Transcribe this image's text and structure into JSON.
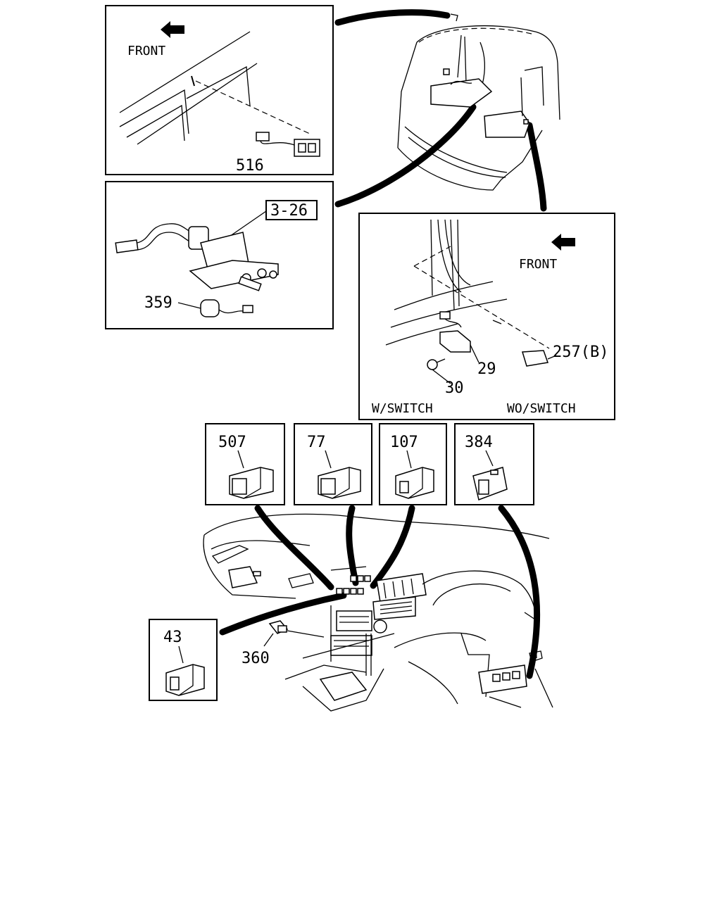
{
  "labels": {
    "front_top": "FRONT",
    "front_right": "FRONT",
    "w_switch": "W/SWITCH",
    "wo_switch": "WO/SWITCH"
  },
  "parts": {
    "p516": "516",
    "p3_26": "3-26",
    "p359": "359",
    "p257b": "257(B)",
    "p29": "29",
    "p30": "30",
    "p507": "507",
    "p77": "77",
    "p107": "107",
    "p384": "384",
    "p43": "43",
    "p360": "360"
  }
}
